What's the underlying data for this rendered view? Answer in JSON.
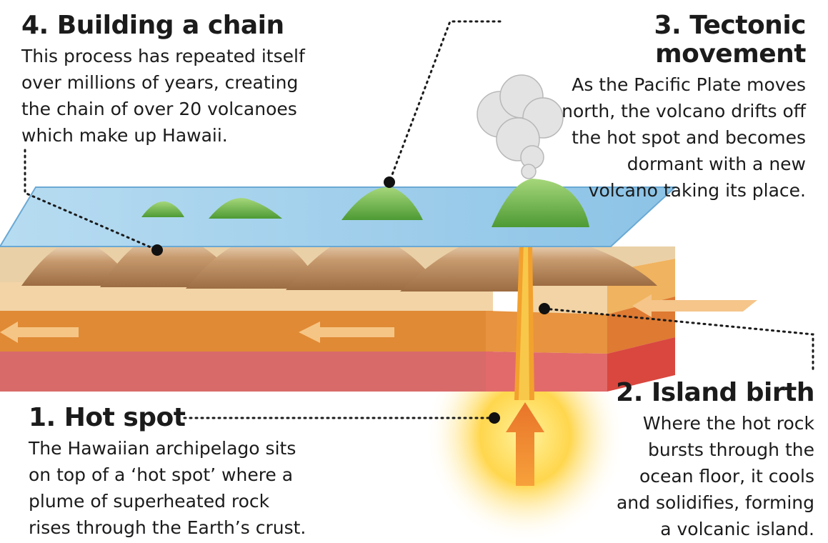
{
  "callouts": {
    "building_chain": {
      "title": "4. Building a chain",
      "lines": [
        "This process has repeated itself",
        "over millions of years, creating",
        "the chain of over 20 volcanoes",
        "which make up Hawaii."
      ]
    },
    "tectonic_movement": {
      "title": "3. Tectonic movement",
      "lines": [
        "As the Pacific Plate moves",
        "north, the volcano drifts off",
        "the hot spot and becomes",
        "dormant with a new",
        "volcano taking its place."
      ]
    },
    "island_birth": {
      "title": "2. Island birth",
      "lines": [
        "Where the hot rock",
        "bursts through the",
        "ocean floor, it cools",
        "and solidifies, forming",
        "a volcanic island."
      ]
    },
    "hot_spot": {
      "title": "1. Hot spot",
      "lines": [
        "The Hawaiian archipelago sits",
        "on top of a ‘hot spot’ where a",
        "plume of superheated rock",
        "rises through the Earth’s crust."
      ]
    }
  },
  "colors": {
    "ocean": "#a9d3ec",
    "mountain": "#c9a882",
    "island": "#6fb64a",
    "crust_top": "#f2d4a6",
    "crust_mid": "#e08a35",
    "mantle": "#d9656a",
    "plume": "#f5c520"
  }
}
